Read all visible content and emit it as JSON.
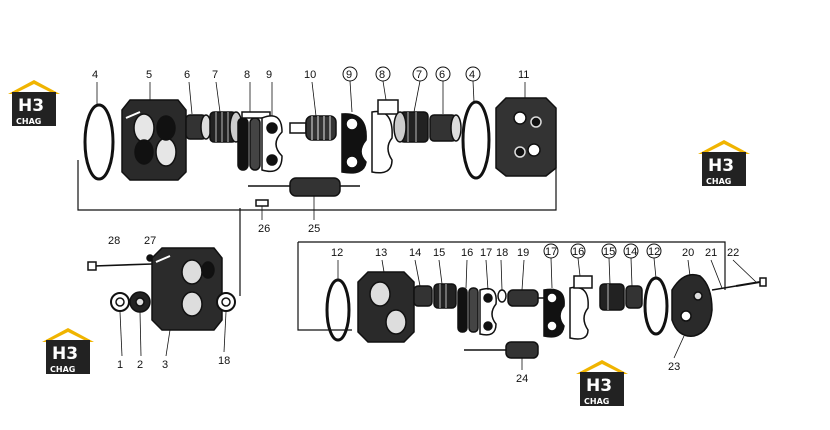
{
  "watermark": {
    "mark_text": "H3",
    "brand_text": "CHAG",
    "colors": {
      "roof": "#f0b400",
      "box": "#222222",
      "text": "#ffffff"
    }
  },
  "callouts": {
    "c1": "1",
    "c2": "2",
    "c3": "3",
    "c4a": "4",
    "c4b": "4",
    "c5": "5",
    "c6a": "6",
    "c6b": "6",
    "c7a": "7",
    "c7b": "7",
    "c8a": "8",
    "c8b": "8",
    "c9a": "9",
    "c9b": "9",
    "c10": "10",
    "c11": "11",
    "c12a": "12",
    "c12b": "12",
    "c13": "13",
    "c14a": "14",
    "c14b": "14",
    "c15a": "15",
    "c15b": "15",
    "c16a": "16",
    "c16b": "16",
    "c17a": "17",
    "c17b": "17",
    "c18a": "18",
    "c18b": "18",
    "c19": "19",
    "c20": "20",
    "c21": "21",
    "c22": "22",
    "c23": "23",
    "c24": "24",
    "c25": "25",
    "c26": "26",
    "c27": "27",
    "c28": "28"
  }
}
